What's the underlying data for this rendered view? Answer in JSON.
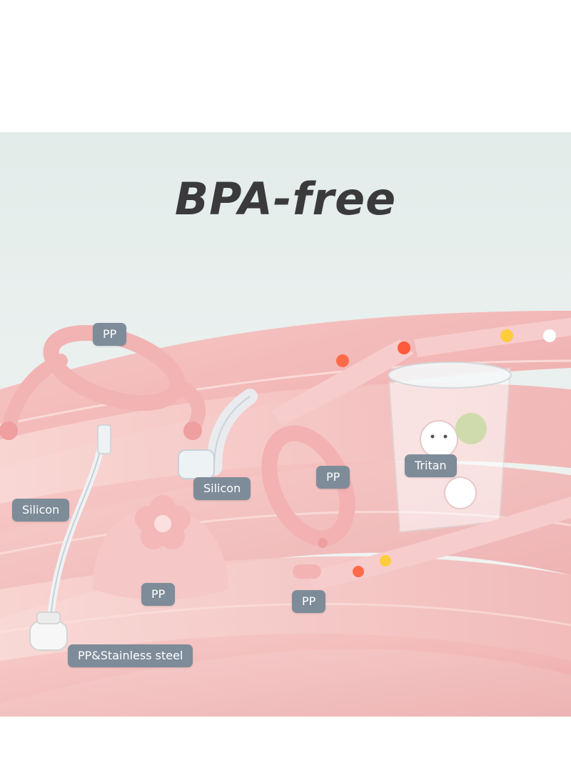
{
  "headline": "BPA-free",
  "labels": {
    "handle_top": "PP",
    "handle_ring": "PP",
    "cup": "Tritan",
    "straw_connector": "Silicon",
    "straw": "Silicon",
    "lid_base": "PP",
    "strap_clip": "PP",
    "straw_weight": "PP&Stainless steel"
  },
  "colors": {
    "background_top": "#eef3f2",
    "ribbon_pink": "#f3b9b9",
    "tag_fill": "#7e8c99",
    "tag_text": "#ffffff",
    "headline_text": "#3a3a3c"
  }
}
